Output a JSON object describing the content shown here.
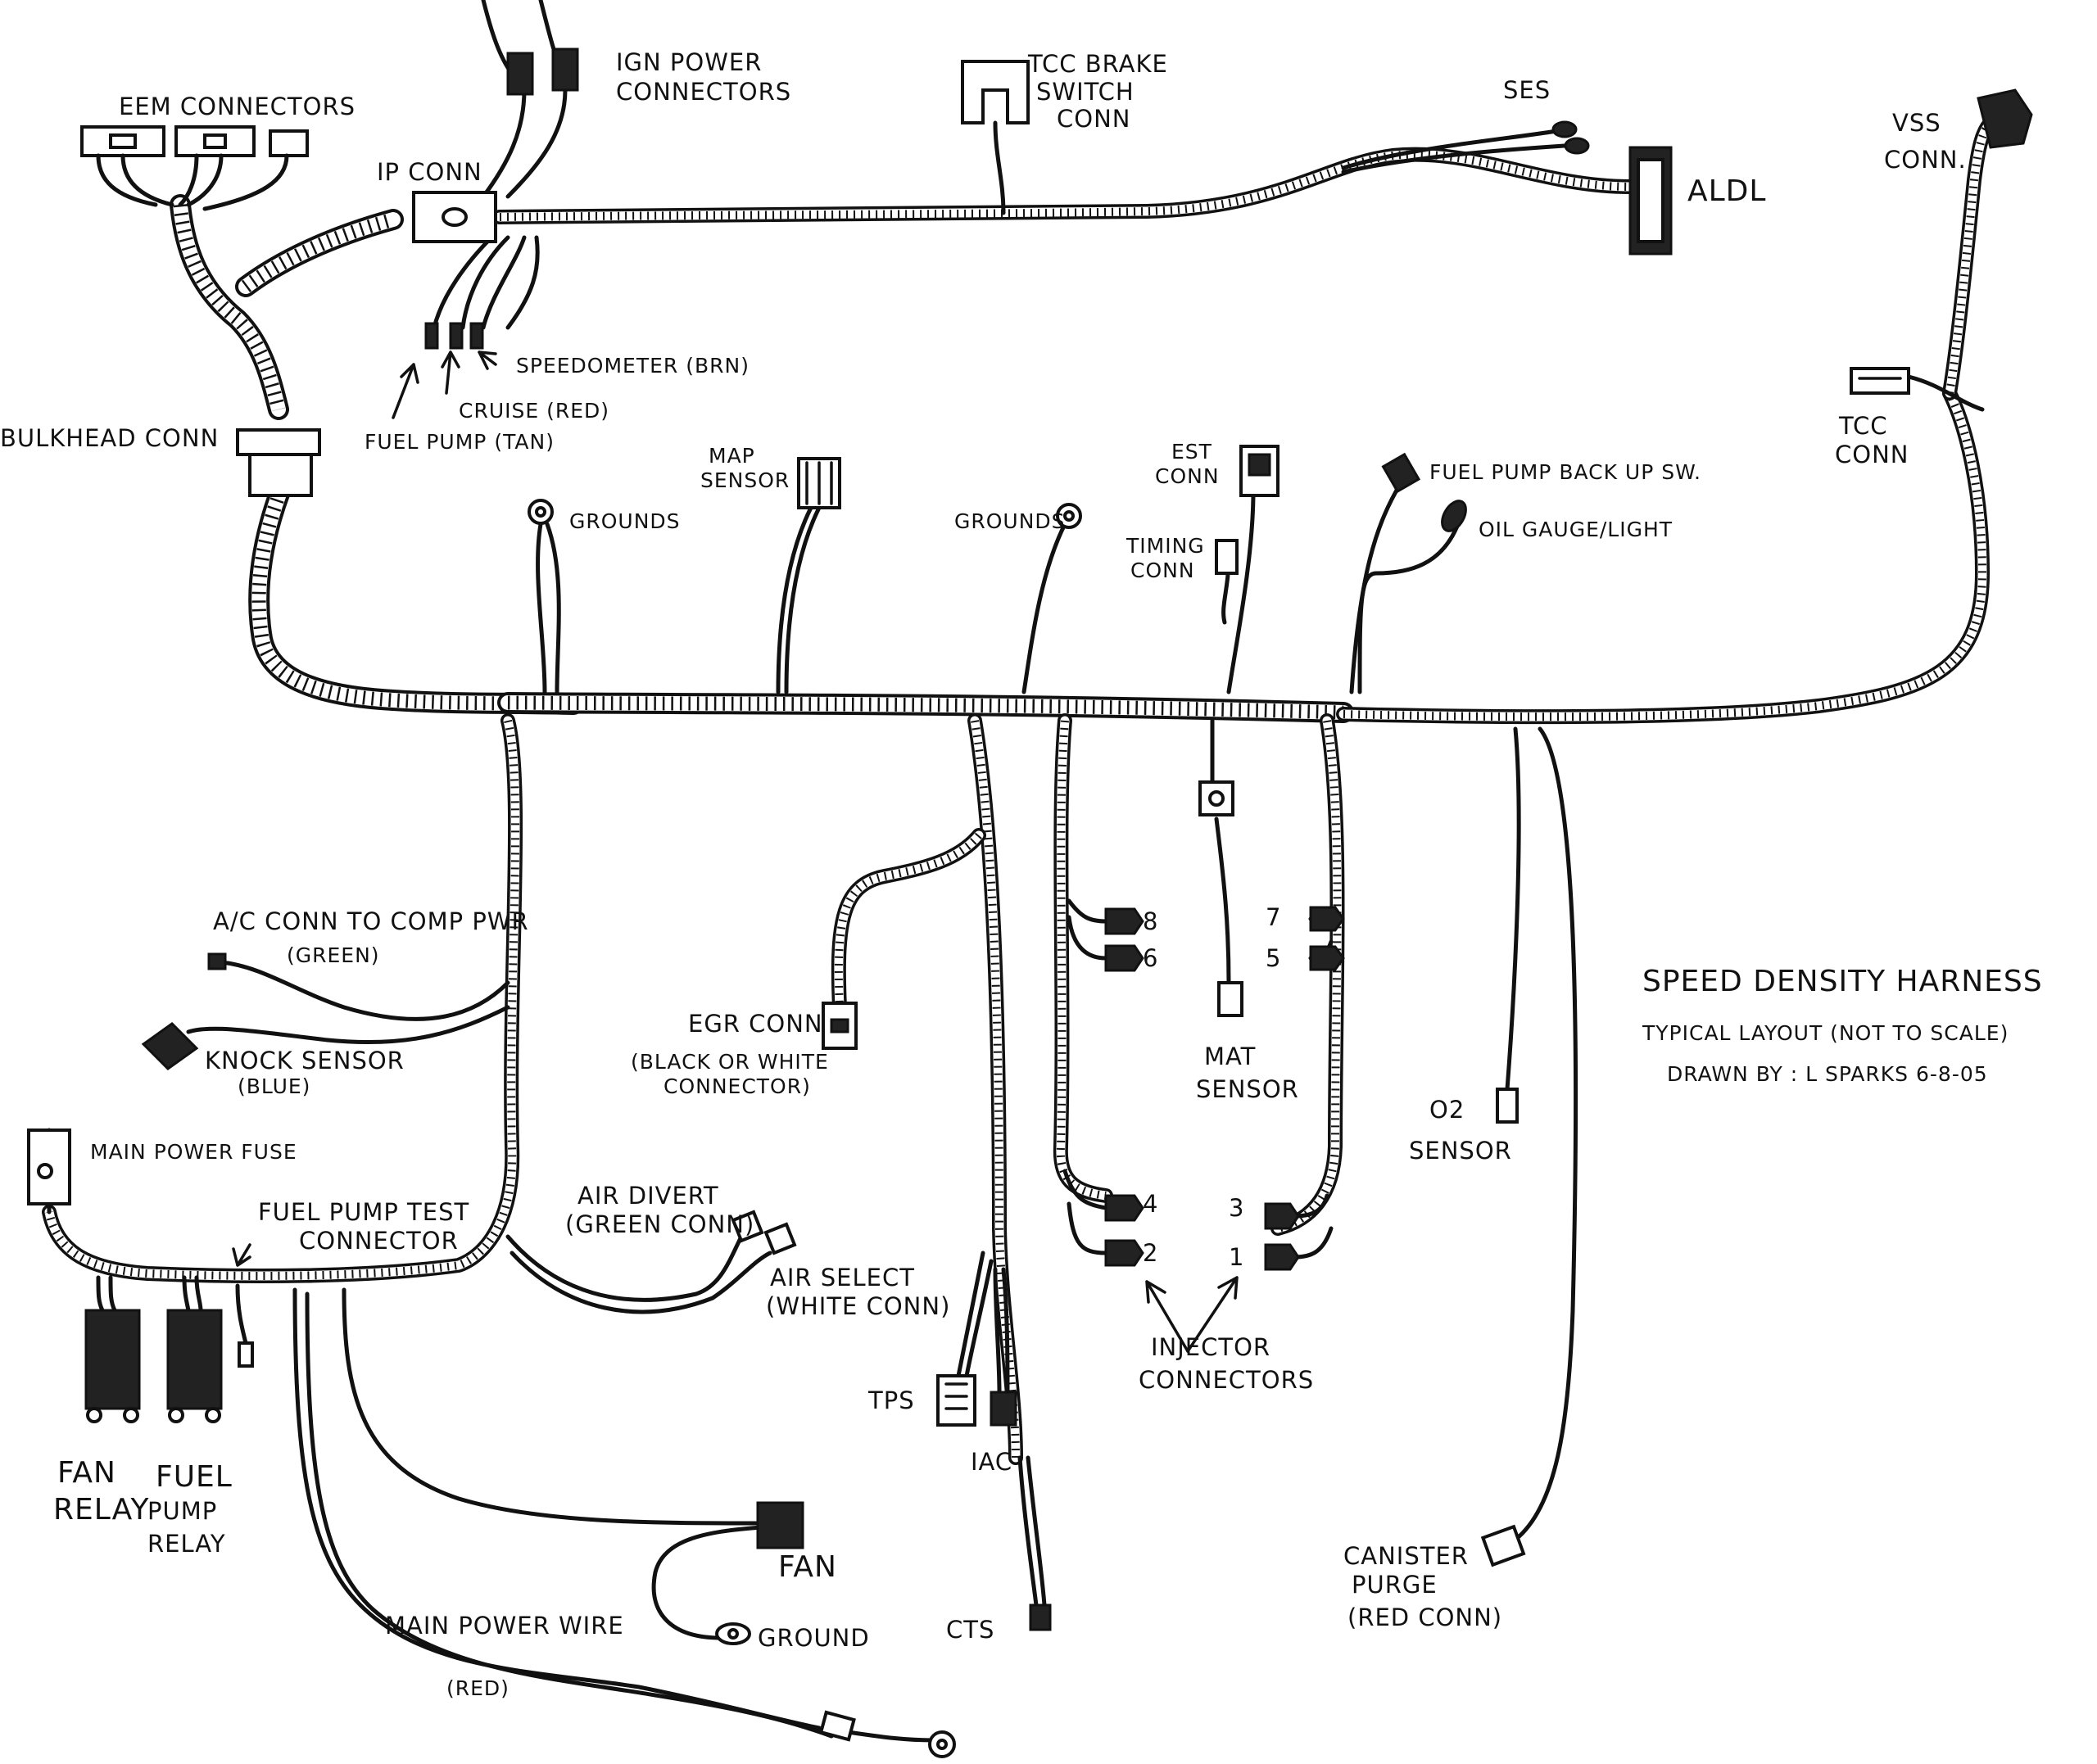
{
  "title": "SPEED DENSITY HARNESS",
  "subtitle": "TYPICAL LAYOUT (NOT TO SCALE)",
  "credit": "DRAWN BY : L SPARKS 6-8-05",
  "labels": {
    "eem_connectors": "EEM CONNECTORS",
    "ign_power_1": "IGN POWER",
    "ign_power_2": "CONNECTORS",
    "tcc_brake_1": "TCC BRAKE",
    "tcc_brake_2": "SWITCH",
    "tcc_brake_3": "CONN",
    "ses": "SES",
    "aldl": "ALDL",
    "vss_1": "VSS",
    "vss_2": "CONN.",
    "ip_conn": "IP CONN",
    "speedometer": "SPEEDOMETER (BRN)",
    "cruise": "CRUISE (RED)",
    "fuel_pump_tan": "FUEL PUMP (TAN)",
    "bulkhead_conn": "BULKHEAD CONN",
    "tcc_1": "TCC",
    "tcc_2": "CONN",
    "map_1": "MAP",
    "map_2": "SENSOR",
    "grounds_1": "GROUNDS",
    "grounds_2": "GROUNDS",
    "est_1": "EST",
    "est_2": "CONN",
    "timing_1": "TIMING",
    "timing_2": "CONN",
    "fuel_pump_backup": "FUEL PUMP BACK UP SW.",
    "oil_gauge": "OIL GAUGE/LIGHT",
    "ac_conn_1": "A/C CONN TO COMP PWR",
    "ac_conn_2": "(GREEN)",
    "knock_1": "KNOCK SENSOR",
    "knock_2": "(BLUE)",
    "egr_1": "EGR CONN",
    "egr_2": "(BLACK OR WHITE",
    "egr_3": "CONNECTOR)",
    "mat_1": "MAT",
    "mat_2": "SENSOR",
    "o2_1": "O2",
    "o2_2": "SENSOR",
    "main_power_fuse": "MAIN POWER FUSE",
    "fp_test_1": "FUEL PUMP TEST",
    "fp_test_2": "CONNECTOR",
    "air_divert_1": "AIR DIVERT",
    "air_divert_2": "(GREEN CONN)",
    "air_select_1": "AIR SELECT",
    "air_select_2": "(WHITE CONN)",
    "tps": "TPS",
    "iac": "IAC",
    "cts": "CTS",
    "injector_1": "INJECTOR",
    "injector_2": "CONNECTORS",
    "canister_1": "CANISTER",
    "canister_2": "PURGE",
    "canister_3": "(RED CONN)",
    "fan_relay_1": "FAN",
    "fan_relay_2": "RELAY",
    "fp_relay_1": "FUEL",
    "fp_relay_2": "PUMP",
    "fp_relay_3": "RELAY",
    "fan": "FAN",
    "ground": "GROUND",
    "main_power_wire": "MAIN POWER WIRE",
    "red": "(RED)",
    "inj_8": "8",
    "inj_6": "6",
    "inj_7": "7",
    "inj_5": "5",
    "inj_4": "4",
    "inj_2": "2",
    "inj_3": "3",
    "inj_1": "1"
  }
}
